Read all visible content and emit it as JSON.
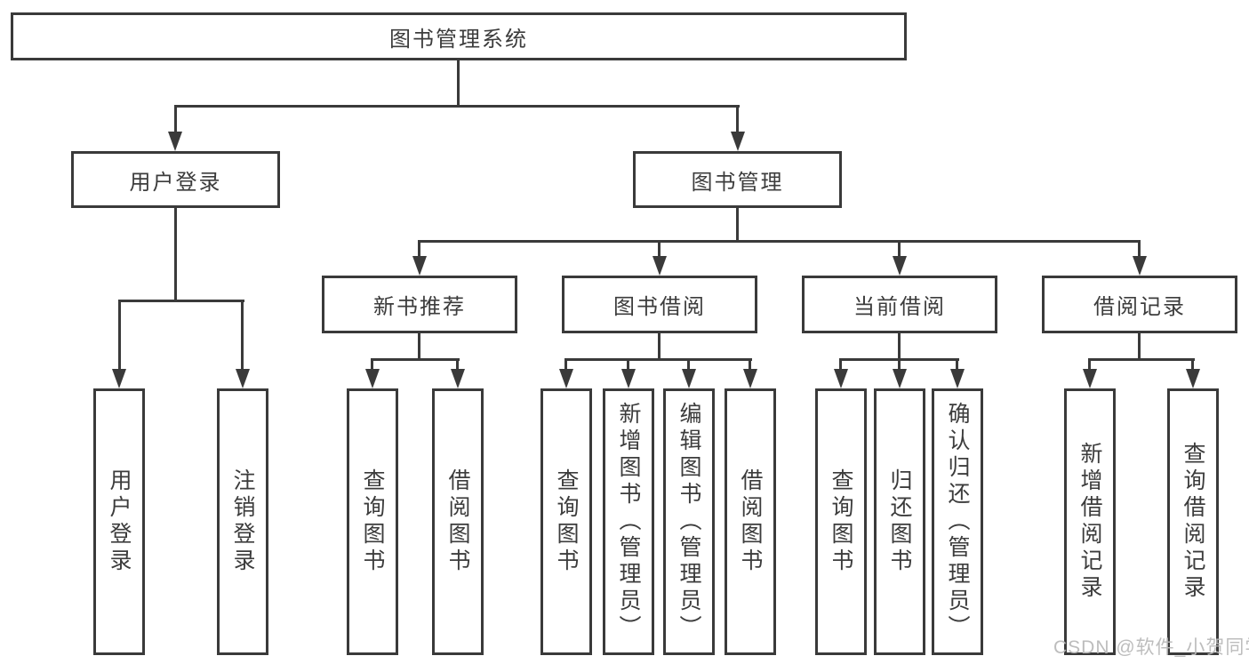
{
  "watermark": "CSDN @软件_小贺同学",
  "diagram": {
    "type": "tree",
    "root": {
      "label": "图书管理系统"
    },
    "level2": [
      {
        "label": "用户登录",
        "parent": "图书管理系统"
      },
      {
        "label": "图书管理",
        "parent": "图书管理系统"
      }
    ],
    "level3": [
      {
        "label": "新书推荐",
        "parent": "图书管理"
      },
      {
        "label": "图书借阅",
        "parent": "图书管理"
      },
      {
        "label": "当前借阅",
        "parent": "图书管理"
      },
      {
        "label": "借阅记录",
        "parent": "图书管理"
      }
    ],
    "leaves": [
      {
        "label": "用户登录",
        "parent": "用户登录"
      },
      {
        "label": "注销登录",
        "parent": "用户登录"
      },
      {
        "label": "查询图书",
        "parent": "新书推荐"
      },
      {
        "label": "借阅图书",
        "parent": "新书推荐"
      },
      {
        "label": "查询图书",
        "parent": "图书借阅"
      },
      {
        "label": "新增图书（管理员）",
        "parent": "图书借阅"
      },
      {
        "label": "编辑图书（管理员）",
        "parent": "图书借阅"
      },
      {
        "label": "借阅图书",
        "parent": "图书借阅"
      },
      {
        "label": "查询图书",
        "parent": "当前借阅"
      },
      {
        "label": "归还图书",
        "parent": "当前借阅"
      },
      {
        "label": "确认归还（管理员）",
        "parent": "当前借阅"
      },
      {
        "label": "新增借阅记录",
        "parent": "借阅记录"
      },
      {
        "label": "查询借阅记录",
        "parent": "借阅记录"
      }
    ],
    "colors": {
      "line": "#3a3a3a",
      "text": "#3c3c3c",
      "background": "#ffffff",
      "watermark": "#b9b9b9"
    }
  }
}
